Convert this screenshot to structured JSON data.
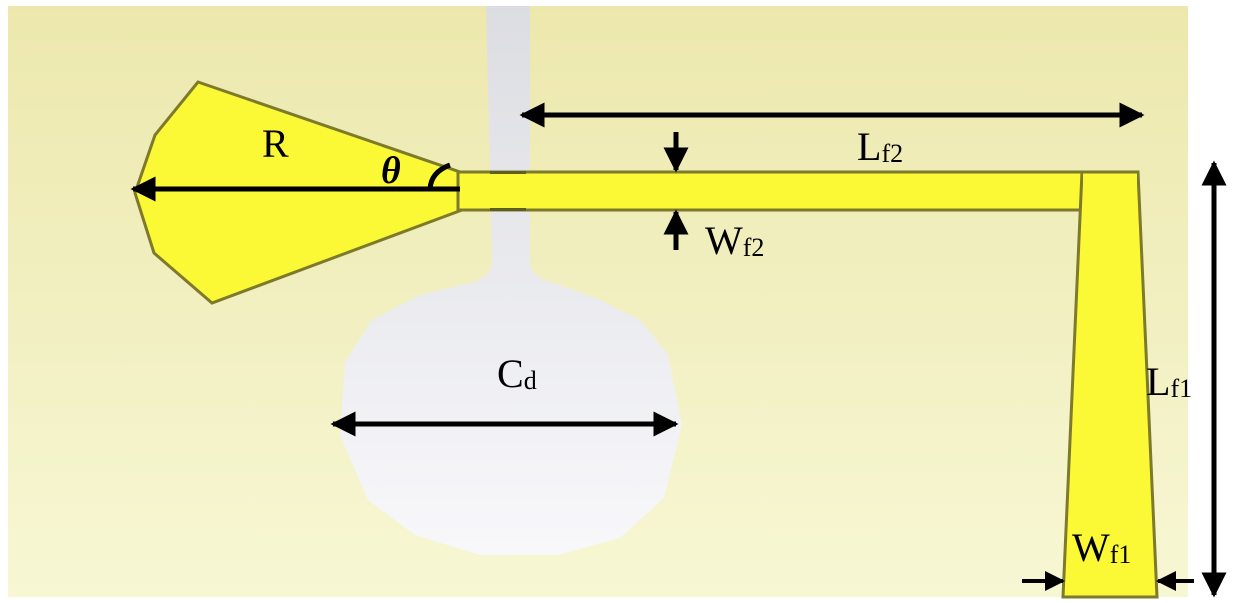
{
  "colors": {
    "substrate_top": "#ece8ad",
    "substrate_bottom": "#f7f7d4",
    "conductor": "#fbf935",
    "conductor_edge": "#7d7a2a",
    "ground_window_top": "#dcdde2",
    "ground_window_bottom": "#f8f8fb",
    "arrow": "#000000"
  },
  "labels": {
    "radius": "R",
    "angle": "θ",
    "lf2_main": "L",
    "lf2_sub": "f2",
    "wf2_main": "W",
    "wf2_sub": "f2",
    "cd_main": "C",
    "cd_sub": "d",
    "lf1_main": "L",
    "lf1_sub": "f1",
    "wf1_main": "W",
    "wf1_sub": "f1"
  }
}
